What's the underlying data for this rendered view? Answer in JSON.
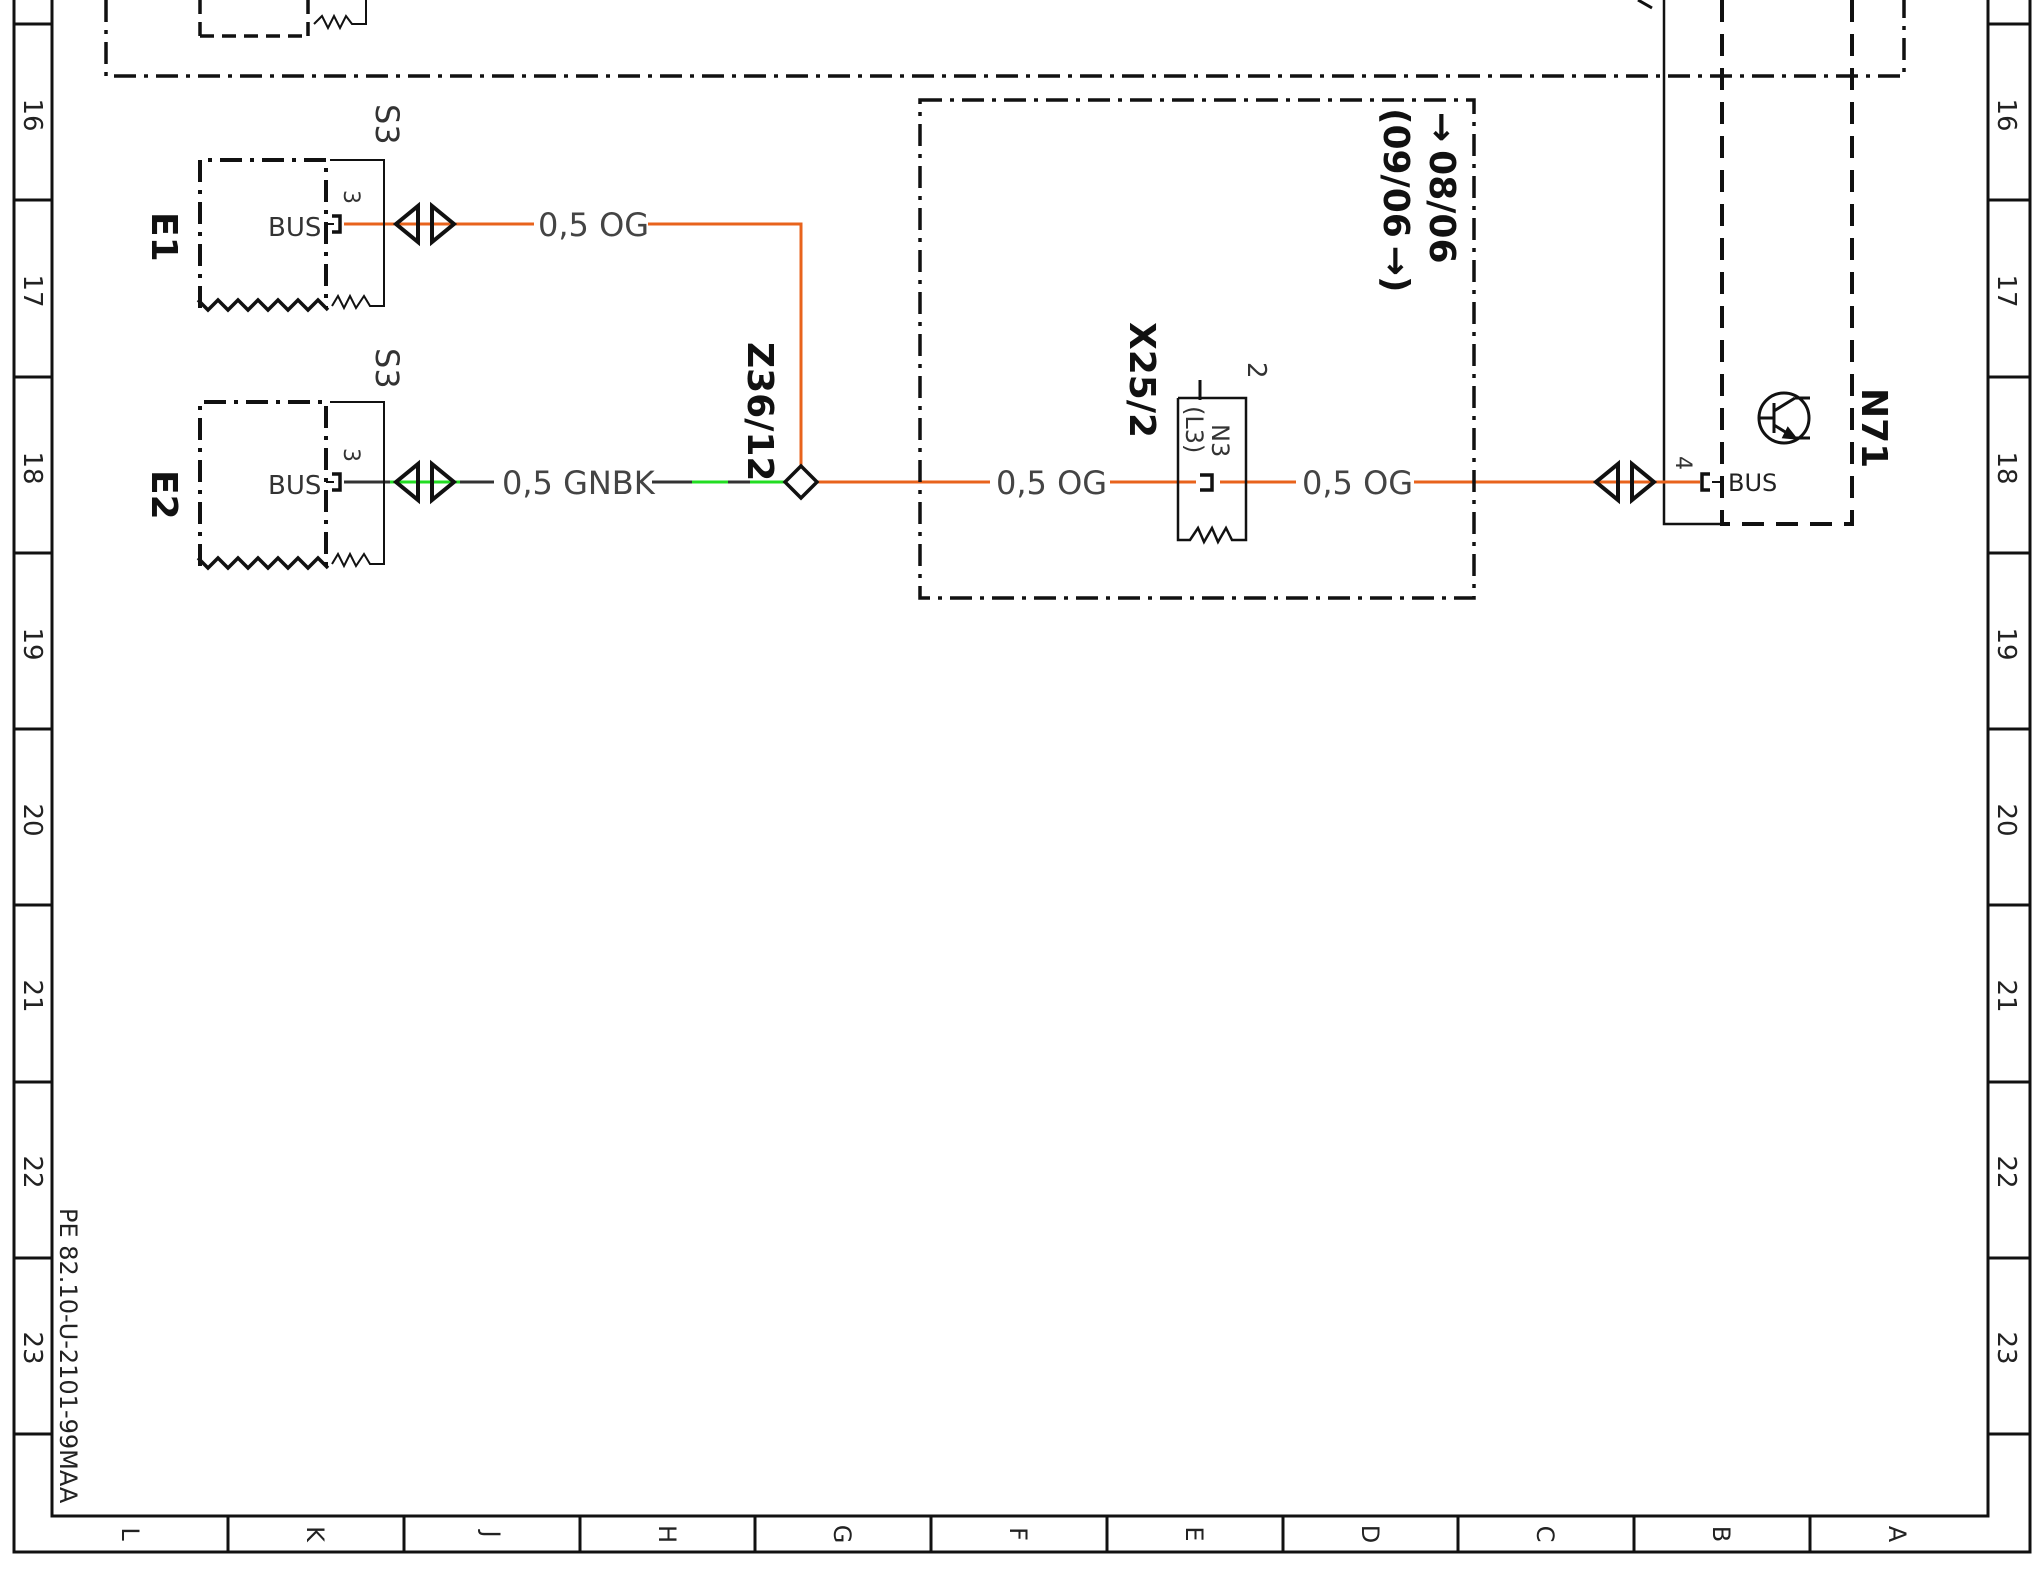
{
  "frame": {
    "row_numbers": [
      "16",
      "17",
      "18",
      "19",
      "20",
      "21",
      "22",
      "23"
    ],
    "column_letters": [
      "L",
      "K",
      "J",
      "H",
      "G",
      "F",
      "E",
      "D",
      "C",
      "B",
      "A"
    ],
    "document_id": "PE 82.10-U-2101-99MAA"
  },
  "components": {
    "e1": {
      "name": "E1",
      "switch": "S3",
      "pin": "3",
      "pin_label": "BUS"
    },
    "e2": {
      "name": "E2",
      "switch": "S3",
      "pin": "3",
      "pin_label": "BUS"
    },
    "z36": {
      "name": "Z36/12"
    },
    "x25": {
      "name": "X25/2",
      "pin": "2",
      "sub": "N3",
      "sub2": "(L3)"
    },
    "n71": {
      "name": "N71",
      "pin": "4",
      "pin_label": "BUS"
    },
    "validity": {
      "line1": "08/06",
      "line2": "(09/06",
      "arrow_right": "→",
      "arrow_left": "→)"
    }
  },
  "wires": {
    "e1_wire": {
      "label": "0,5 OG",
      "color": "#e8631c"
    },
    "e2_wire": {
      "label": "0,5 GNBK",
      "color": "#333333",
      "stripe": "#22dd22"
    },
    "x25_in": {
      "label": "0,5 OG",
      "color": "#e8631c"
    },
    "x25_out": {
      "label": "0,5 OG",
      "color": "#e8631c"
    }
  }
}
